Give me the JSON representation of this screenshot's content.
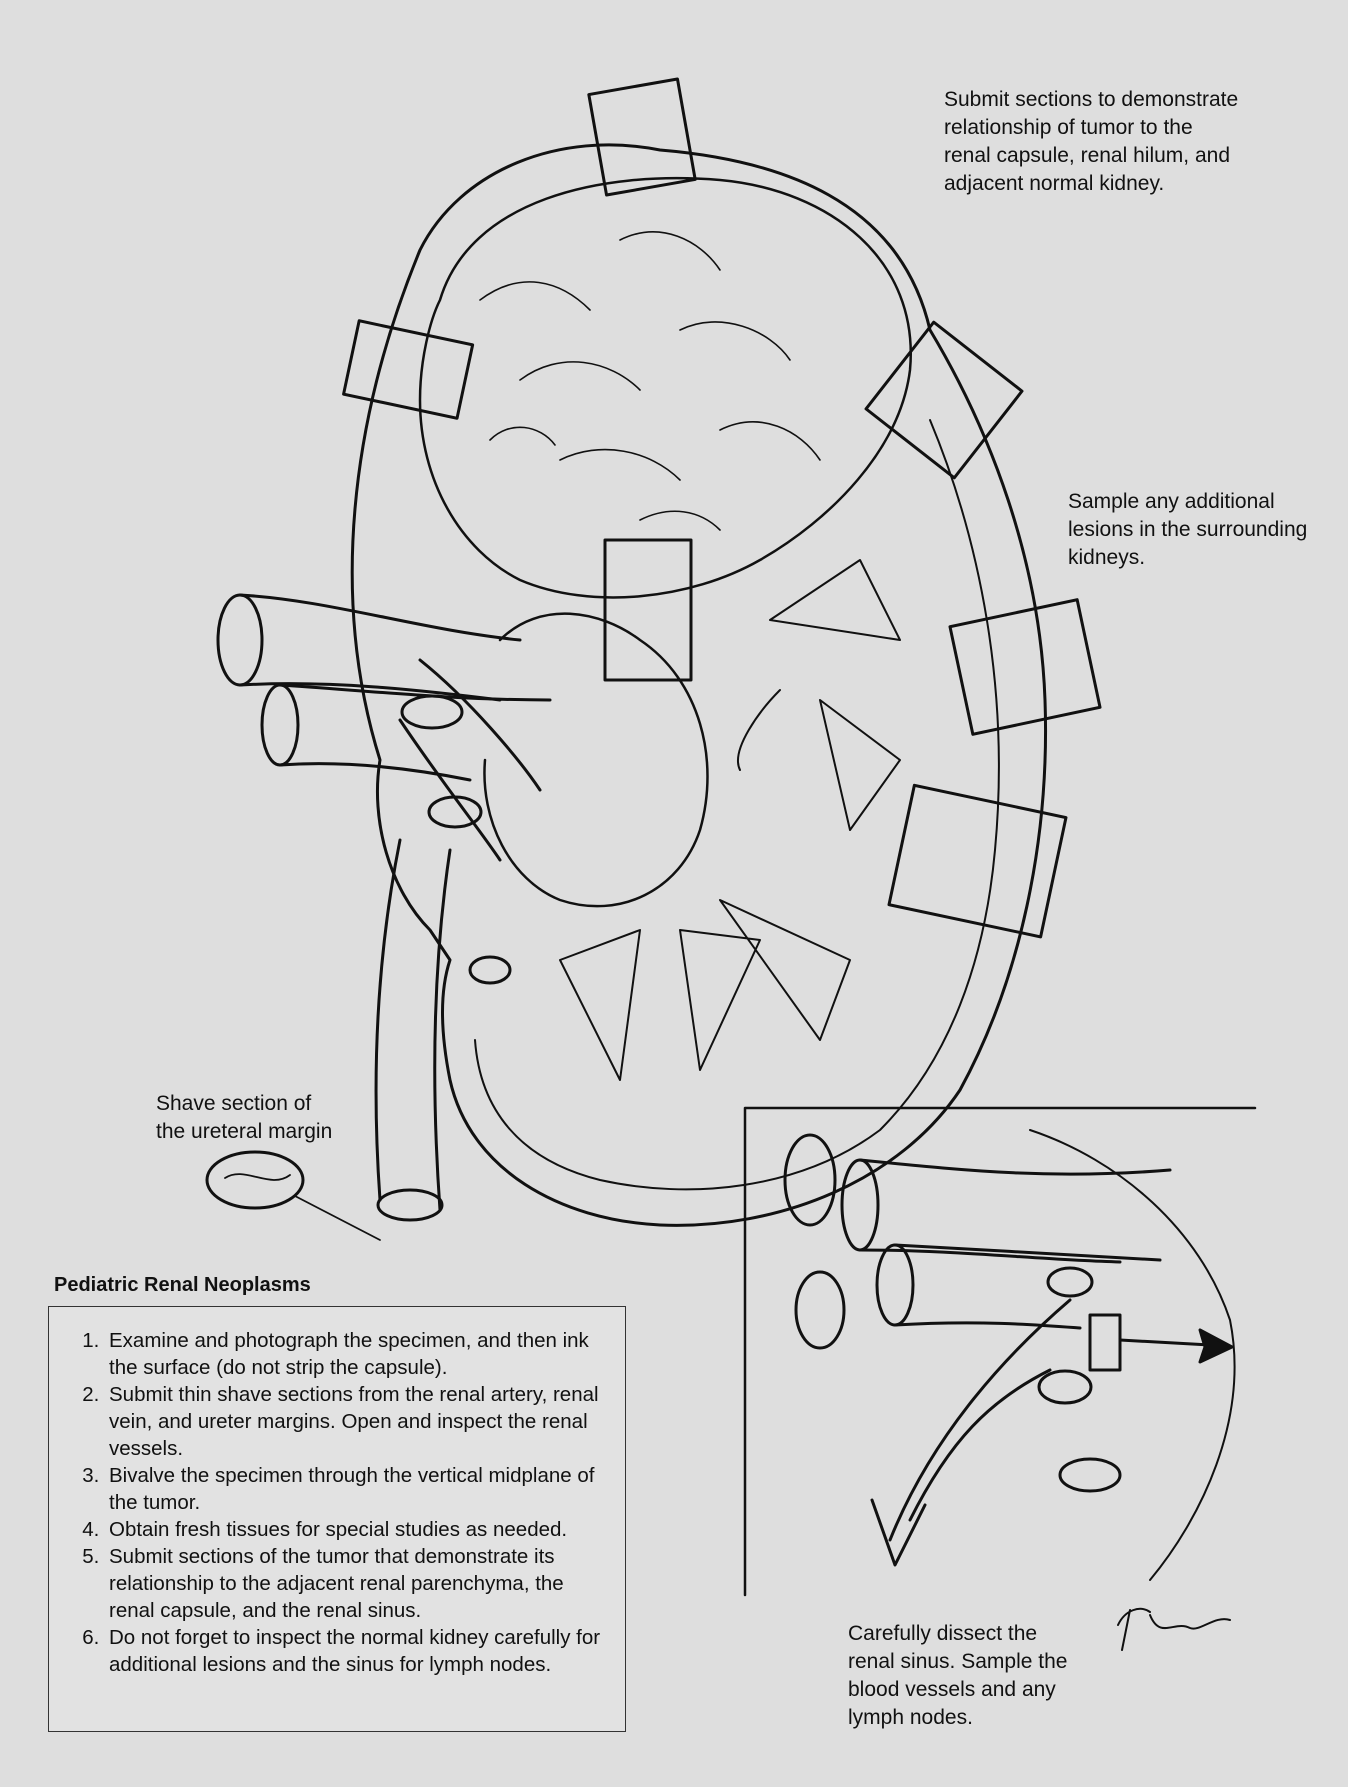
{
  "notes": {
    "top": "Submit sections to demonstrate\nrelationship of tumor to the\nrenal capsule, renal hilum, and\nadjacent normal kidney.",
    "lesions": "Sample any additional\nlesions in the surrounding\nkidneys.",
    "ureter": "Shave section of\nthe ureteral margin",
    "sinus": "Carefully dissect the\nrenal sinus.  Sample the\nblood vessels and any\nlymph nodes."
  },
  "protocol": {
    "title": "Pediatric Renal Neoplasms",
    "steps": [
      "Examine and photograph the specimen, and then ink the surface (do not strip the capsule).",
      "Submit thin shave sections from the renal artery, renal vein, and ureter margins. Open and inspect the renal vessels.",
      "Bivalve the specimen through the vertical midplane of the tumor.",
      "Obtain fresh tissues for special studies as needed.",
      "Submit sections of the tumor that demonstrate its relationship to the adjacent renal parenchyma, the renal capsule, and the renal sinus.",
      "Do not forget to inspect the normal kidney carefully for additional lesions and the sinus for lymph nodes."
    ]
  },
  "colors": {
    "background": "#dedede",
    "ink": "#111111"
  }
}
